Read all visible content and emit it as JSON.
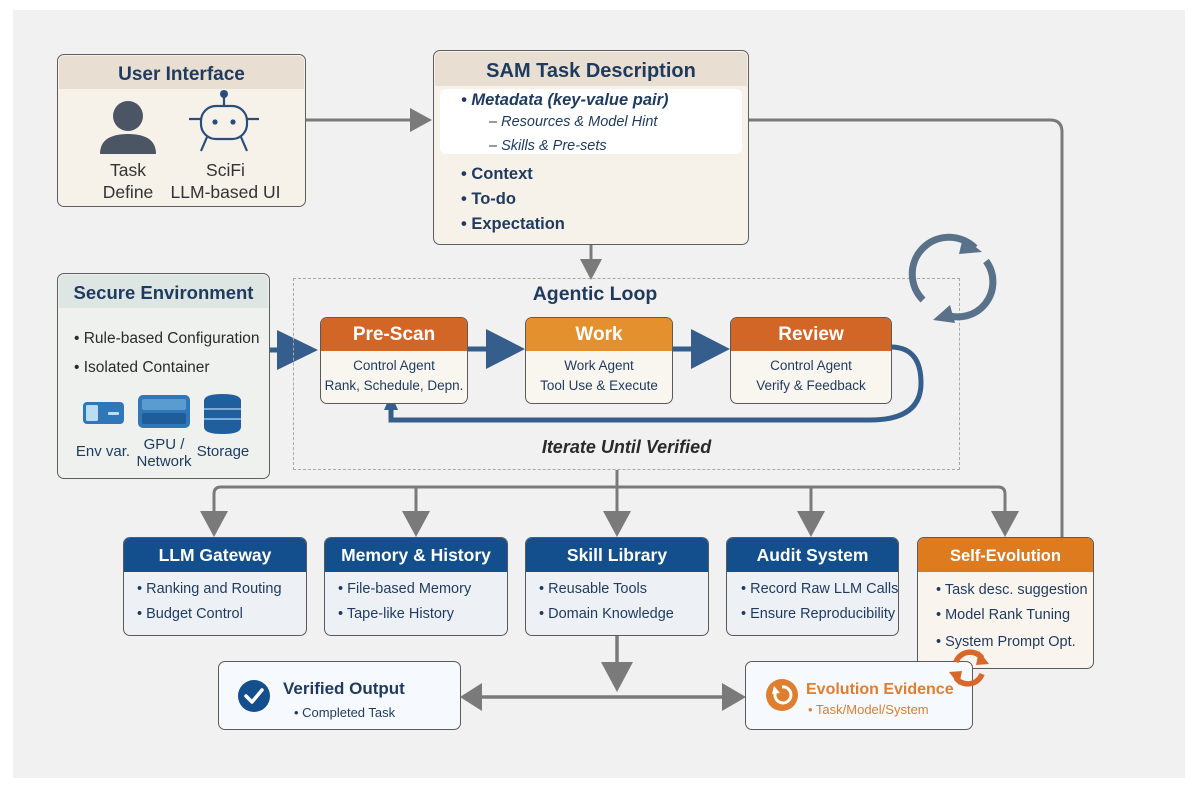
{
  "colors": {
    "navy": "#1e3a5f",
    "component_header": "#134f8c",
    "prescan": "#d26626",
    "work": "#e5902e",
    "review": "#d26626",
    "self_evolution": "#dd7b1e",
    "loop_arrow": "#355e8c",
    "connector": "#7a7a7a",
    "evidence": "#de7e2e"
  },
  "user_interface": {
    "title": "User Interface",
    "items": [
      {
        "icon": "person-icon",
        "line1": "Task",
        "line2": "Define"
      },
      {
        "icon": "robot-icon",
        "line1": "SciFi",
        "line2": "LLM-based UI"
      }
    ]
  },
  "task_description": {
    "title": "SAM Task Description",
    "metadata": "• Metadata (key-value pair)",
    "metadata_sub": [
      "– Resources & Model Hint",
      "– Skills & Pre-sets"
    ],
    "bullets": [
      "• Context",
      "• To-do",
      "• Expectation"
    ]
  },
  "secure_environment": {
    "title": "Secure Environment",
    "bullets": [
      "• Rule-based Configuration",
      "• Isolated Container"
    ],
    "resources": [
      {
        "icon": "env-var-icon",
        "label": "Env var."
      },
      {
        "icon": "gpu-network-icon",
        "label_line1": "GPU /",
        "label_line2": "Network"
      },
      {
        "icon": "storage-icon",
        "label": "Storage"
      }
    ]
  },
  "agentic_loop": {
    "title": "Agentic Loop",
    "caption": "Iterate Until Verified",
    "stages": [
      {
        "name": "Pre-Scan",
        "line1": "Control Agent",
        "line2": "Rank, Schedule, Depn."
      },
      {
        "name": "Work",
        "line1": "Work Agent",
        "line2": "Tool Use & Execute"
      },
      {
        "name": "Review",
        "line1": "Control Agent",
        "line2": "Verify & Feedback"
      }
    ]
  },
  "components": [
    {
      "title": "LLM Gateway",
      "items": [
        "• Ranking and Routing",
        "• Budget Control"
      ]
    },
    {
      "title": "Memory & History",
      "items": [
        "• File-based Memory",
        "• Tape-like History"
      ]
    },
    {
      "title": "Skill Library",
      "items": [
        "• Reusable Tools",
        "• Domain Knowledge"
      ]
    },
    {
      "title": "Audit System",
      "items": [
        "• Record Raw LLM Calls",
        "• Ensure Reproducibility"
      ]
    }
  ],
  "self_evolution": {
    "title": "Self-Evolution",
    "items": [
      "• Task desc. suggestion",
      "• Model Rank Tuning",
      "• System Prompt Opt."
    ]
  },
  "verified_output": {
    "title": "Verified Output",
    "subtitle": "• Completed Task"
  },
  "evolution_evidence": {
    "title": "Evolution Evidence",
    "subtitle": "• Task/Model/System"
  }
}
